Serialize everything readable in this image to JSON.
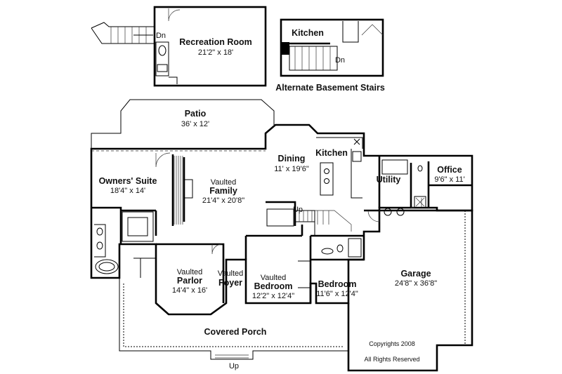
{
  "upper": {
    "recreation_title": "Recreation Room",
    "recreation_dims": "21'2\" x 18'",
    "dn_label": "Dn",
    "alt_kitchen": "Kitchen",
    "alt_dn": "Dn",
    "alt_caption": "Alternate Basement Stairs"
  },
  "rooms": {
    "patio_name": "Patio",
    "patio_dims": "36' x 12'",
    "dining_name": "Dining",
    "dining_dims": "11' x 19'6\"",
    "kitchen_name": "Kitchen",
    "utility_name": "Utility",
    "office_name": "Office",
    "office_dims": "9'6\" x 11'",
    "owners_name": "Owners' Suite",
    "owners_dims": "18'4\" x 14'",
    "family_l1": "Vaulted",
    "family_l2": "Family",
    "family_dims": "21'4\" x 20'8\"",
    "up_label": "Up",
    "parlor_l1": "Vaulted",
    "parlor_l2": "Parlor",
    "parlor_dims": "14'4\" x 16'",
    "foyer_l1": "Vaulted",
    "foyer_l2": "Foyer",
    "bed1_l1": "Vaulted",
    "bed1_l2": "Bedroom",
    "bed1_dims": "12'2\" x 12'4\"",
    "bed2_name": "Bedroom",
    "bed2_dims": "11'6\" x 12'4\"",
    "garage_name": "Garage",
    "garage_dims": "24'8\" x 36'8\"",
    "porch_name": "Covered Porch",
    "porch_up": "Up",
    "copyright": "Copyrights 2008",
    "rights": "All Rights Reserved"
  }
}
